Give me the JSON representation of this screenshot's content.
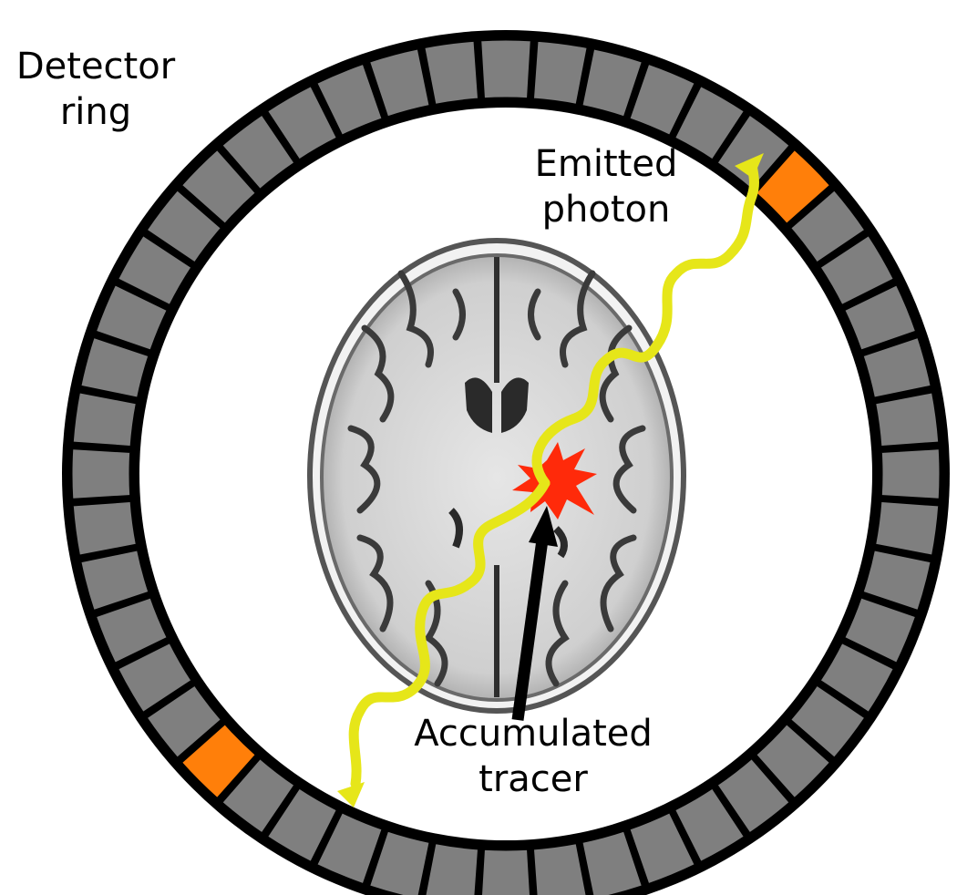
{
  "labels": {
    "detector_ring": [
      "Detector",
      "ring"
    ],
    "emitted_photon": [
      "Emitted",
      "photon"
    ],
    "accumulated_tracer": [
      "Accumulated",
      "tracer"
    ]
  },
  "ring": {
    "segment_count": 48,
    "active_segments": [
      6,
      30
    ],
    "segment_color": "#7f7f7f",
    "active_color": "#ff7f0a",
    "border_color": "#000000"
  },
  "colors": {
    "photon": "#e6e619",
    "tracer": "#ff2a0a",
    "arrow": "#000000",
    "brain_bg": "#d9d9d9",
    "sulci": "#3a3a3a"
  }
}
